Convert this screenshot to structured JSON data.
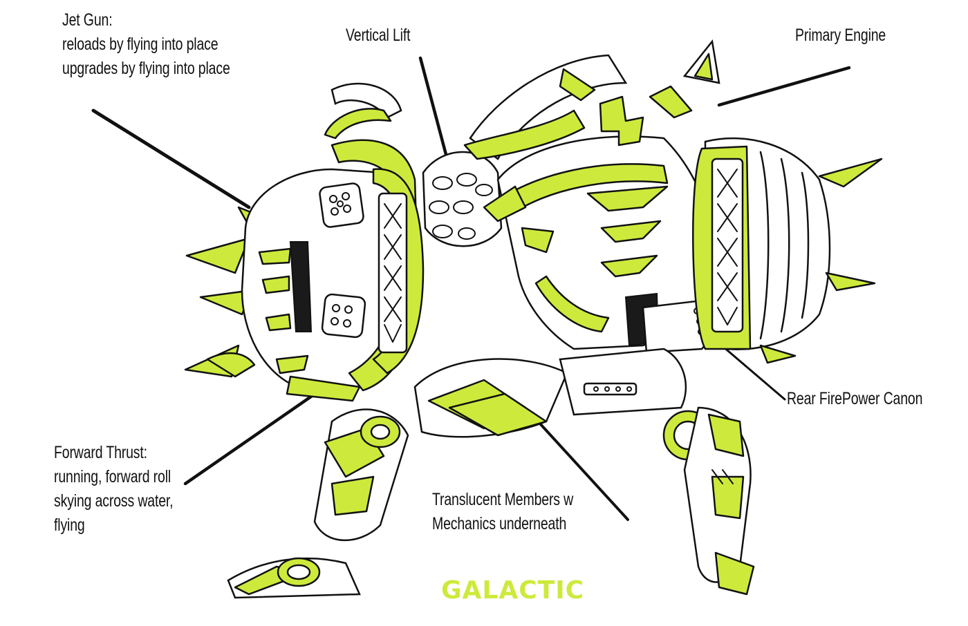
{
  "colors": {
    "accent": "#cdea3c",
    "ink": "#111111",
    "background": "#ffffff"
  },
  "labels": {
    "jet_gun": {
      "title": "Jet Gun:",
      "line1": "reloads by flying into place",
      "line2": "upgrades by flying into place"
    },
    "vertical_lift": "Vertical Lift",
    "primary_engine": "Primary Engine",
    "rear_firepower": "Rear FirePower Canon",
    "forward_thrust": {
      "title": "Forward Thrust:",
      "line1": "running, forward roll",
      "line2": "skying across water,",
      "line3": "flying"
    },
    "translucent": {
      "line1": "Translucent Members w",
      "line2": "Mechanics underneath"
    }
  },
  "title": "GALACTIC"
}
